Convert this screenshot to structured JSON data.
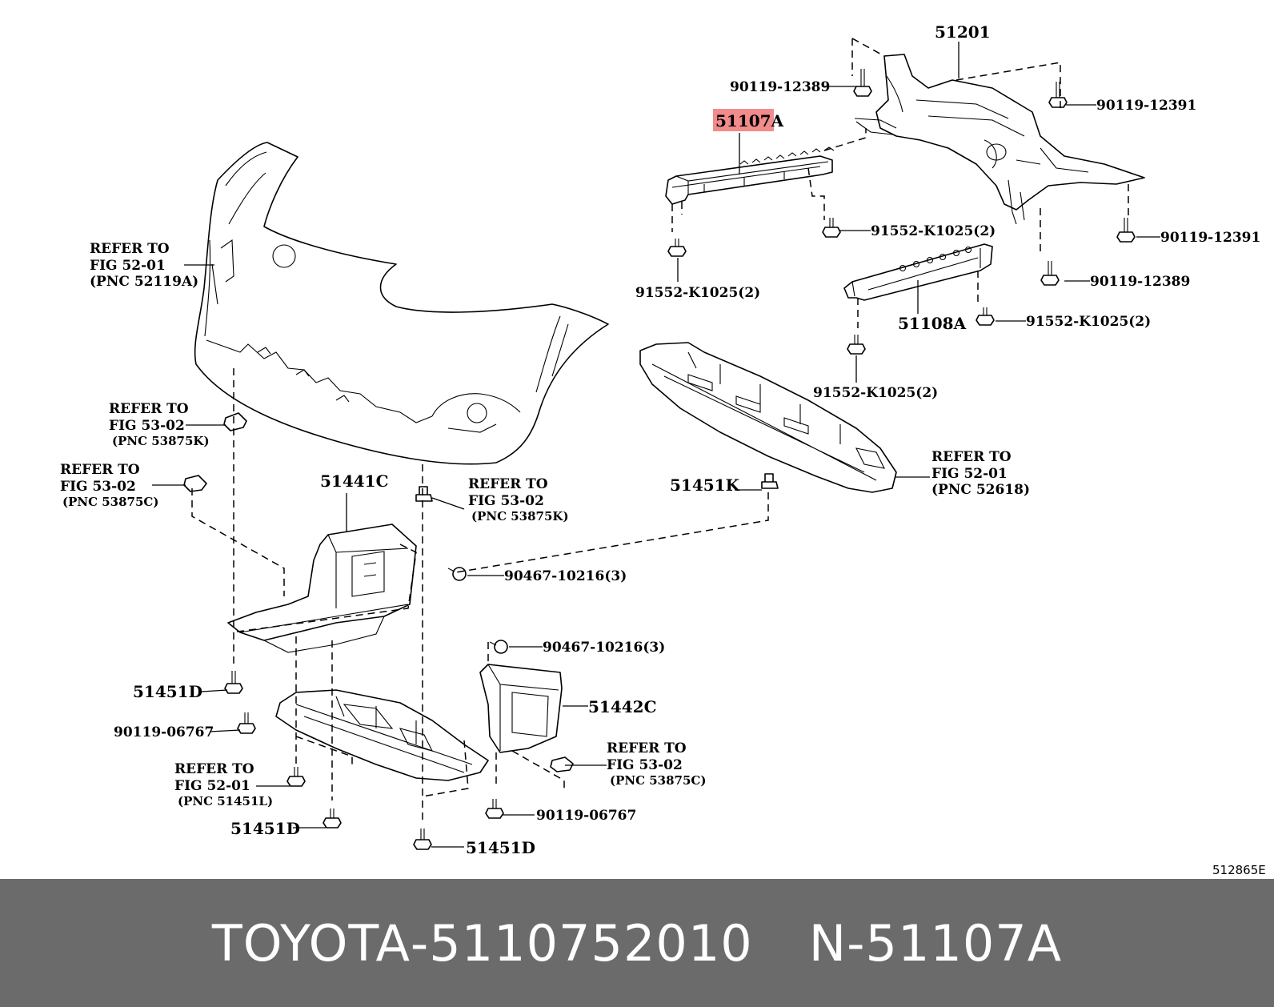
{
  "labels": {
    "p51201": "51201",
    "p51107A": "51107A",
    "p51108A": "51108A",
    "p51441C": "51441C",
    "p51442C": "51442C",
    "p51451K": "51451K",
    "p51451D_a": "51451D",
    "p51451D_b": "51451D",
    "p51451D_c": "51451D",
    "b90119_12389_top": "90119-12389",
    "b90119_12391_top": "90119-12391",
    "b90119_12391_right": "90119-12391",
    "b90119_12389_right": "90119-12389",
    "b91552_1": "91552-K1025(2)",
    "b91552_2": "91552-K1025(2)",
    "b91552_3": "91552-K1025(2)",
    "b91552_4": "91552-K1025(2)",
    "b90467_1": "90467-10216(3)",
    "b90467_2": "90467-10216(3)",
    "b90119_06767_l": "90119-06767",
    "b90119_06767_r": "90119-06767"
  },
  "refs": {
    "r1": [
      "REFER TO",
      "FIG 52-01",
      "(PNC 52119A)"
    ],
    "r2": [
      "REFER TO",
      "FIG 53-02",
      "(PNC 53875K)"
    ],
    "r3": [
      "REFER TO",
      "FIG 53-02",
      "(PNC 53875C)"
    ],
    "r4": [
      "REFER TO",
      "FIG 53-02",
      "(PNC 53875K)"
    ],
    "r5": [
      "REFER TO",
      "FIG 52-01",
      "(PNC 52618)"
    ],
    "r6": [
      "REFER TO",
      "FIG 53-02",
      "(PNC 53875C)"
    ],
    "r7": [
      "REFER TO",
      "FIG 52-01",
      "(PNC 51451L)"
    ]
  },
  "figure_id": "512865E",
  "footer": {
    "brand": "TOYOTA",
    "sep1": "-",
    "part_number": "5110752010",
    "n": "N",
    "sep2": "-",
    "pnc": "51107A"
  },
  "colors": {
    "highlight": "#f28b8b",
    "footer_bg": "#6b6b6b",
    "footer_text": "#ffffff"
  }
}
